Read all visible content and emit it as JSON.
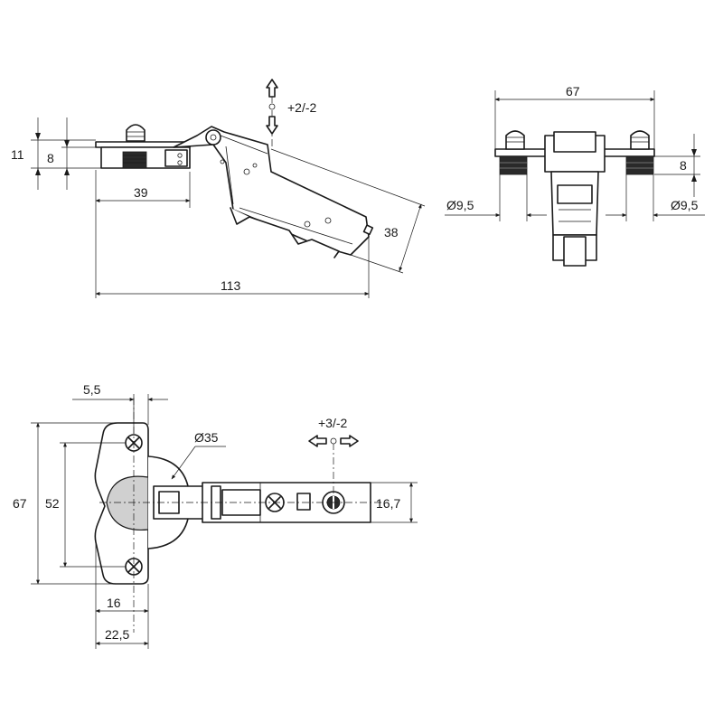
{
  "dimensions": {
    "side_view": {
      "height_11": "11",
      "height_8": "8",
      "width_39": "39",
      "length_113": "113",
      "depth_38": "38",
      "adjust_vertical": "+2/-2"
    },
    "end_view": {
      "width_67": "67",
      "height_8": "8",
      "dia_left": "Ø9,5",
      "dia_right": "Ø9,5"
    },
    "plan_view": {
      "offset_5_5": "5,5",
      "cup_dia": "Ø35",
      "adjust_lateral": "+3/-2",
      "height_67": "67",
      "height_52": "52",
      "width_16_7": "16,7",
      "width_16": "16",
      "width_22_5": "22,5"
    }
  },
  "colors": {
    "line": "#1a1a1a",
    "background": "#ffffff",
    "shade": "#d0d0d0"
  }
}
